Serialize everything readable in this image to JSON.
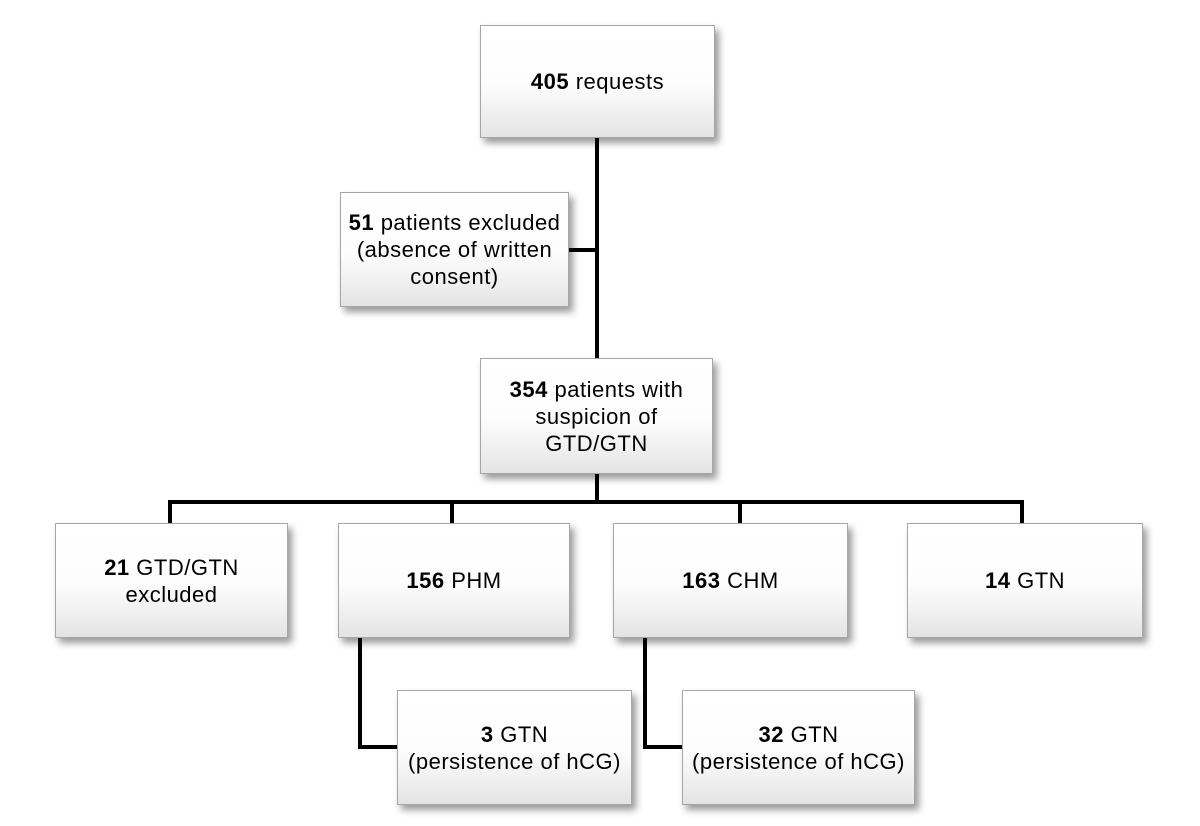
{
  "diagram": {
    "type": "patient-flowchart",
    "colors": {
      "background": "#ffffff",
      "line": "#000000",
      "box_border": "#a6a6a6",
      "box_fill_top": "#ffffff",
      "box_fill_bottom": "#e3e3e3",
      "text": "#000000"
    }
  },
  "nodes": {
    "requests": {
      "number": "405",
      "line1": "requests"
    },
    "excluded": {
      "number": "51",
      "line1": "patients excluded",
      "line2": "(absence of written",
      "line3": "consent)"
    },
    "suspicion": {
      "number": "354",
      "line1": "patients with",
      "line2": "suspicion of",
      "line3": "GTD/GTN"
    },
    "gtd21": {
      "number": "21",
      "line1": "GTD/GTN",
      "line2": "excluded"
    },
    "phm": {
      "number": "156",
      "line1": "PHM"
    },
    "chm": {
      "number": "163",
      "line1": "CHM"
    },
    "gtn14": {
      "number": "14",
      "line1": "GTN"
    },
    "gtn3": {
      "number": "3",
      "line1": "GTN",
      "line2": "(persistence of hCG)"
    },
    "gtn32": {
      "number": "32",
      "line1": "GTN",
      "line2": "(persistence of hCG)"
    }
  },
  "edges": [
    {
      "from": "405 requests",
      "to": "51 patients excluded"
    },
    {
      "from": "405 requests",
      "to": "354 patients with suspicion of GTD/GTN"
    },
    {
      "from": "354 patients with suspicion of GTD/GTN",
      "to": "21 GTD/GTN excluded"
    },
    {
      "from": "354 patients with suspicion of GTD/GTN",
      "to": "156 PHM"
    },
    {
      "from": "354 patients with suspicion of GTD/GTN",
      "to": "163 CHM"
    },
    {
      "from": "354 patients with suspicion of GTD/GTN",
      "to": "14 GTN"
    },
    {
      "from": "156 PHM",
      "to": "3 GTN (persistence of hCG)"
    },
    {
      "from": "163 CHM",
      "to": "32 GTN (persistence of hCG)"
    }
  ]
}
